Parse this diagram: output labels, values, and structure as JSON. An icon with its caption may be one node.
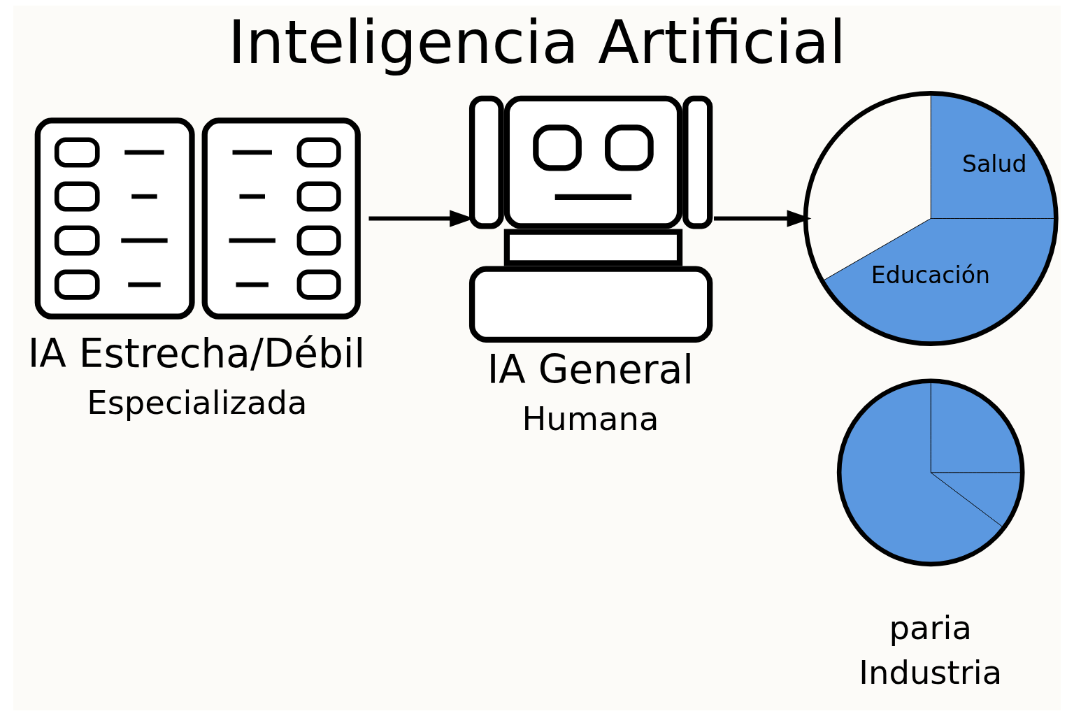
{
  "diagram": {
    "title": "Inteligencia Artificial",
    "nodes": [
      {
        "text": [],
        "shape": "picture",
        "beside": [
          "IA Estrecha/Débil",
          "Especializada"
        ]
      },
      {
        "text": [],
        "shape": "picture",
        "beside": [
          "IA General",
          "Humana"
        ]
      },
      {
        "text": [
          "Salud",
          "Educación"
        ]
      },
      {
        "text": [],
        "shape": "circle",
        "beside": [
          "paria",
          "Industria"
        ]
      }
    ],
    "edges": [
      {
        "from": 0,
        "to": 1,
        "arrow": "to"
      },
      {
        "from": 1,
        "to": 2,
        "arrow": "to"
      }
    ]
  }
}
